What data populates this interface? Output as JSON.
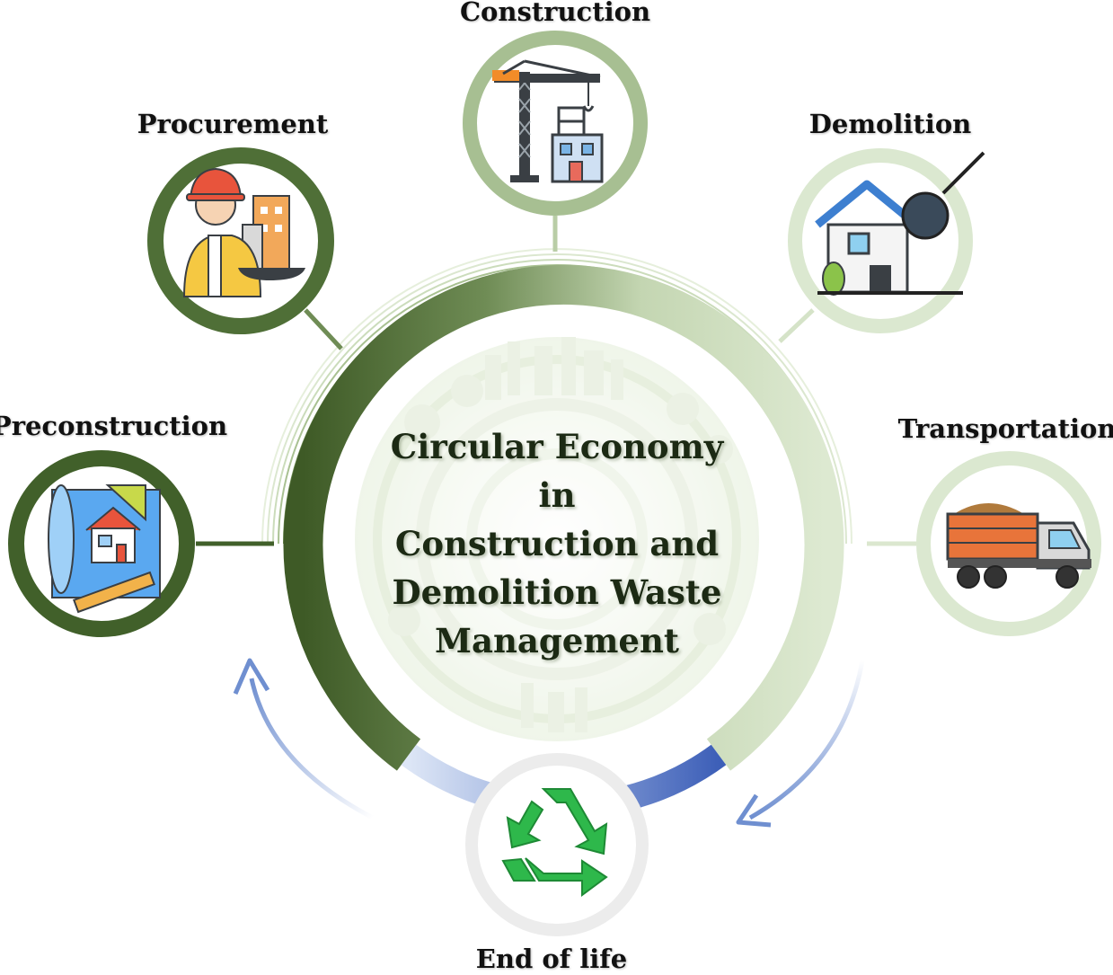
{
  "title": {
    "line1": "Circular Economy",
    "line2": "in",
    "line3": "Construction and",
    "line4": "Demolition Waste",
    "line5": "Management"
  },
  "stages": {
    "construction": "Construction",
    "procurement": "Procurement",
    "demolition": "Demolition",
    "preconstruction": "Preconstruction",
    "transportation": "Transportation",
    "end_of_life": "End of life"
  },
  "icons": {
    "construction": "tower-crane-building-icon",
    "procurement": "worker-with-buildings-icon",
    "demolition": "wrecking-ball-house-icon",
    "preconstruction": "blueprint-house-icon",
    "transportation": "dump-truck-icon",
    "end_of_life": "recycle-icon"
  },
  "colors": {
    "dark_green": "#3f5a27",
    "mid_green": "#7d9a62",
    "light_green": "#cfe0c0",
    "pale_green": "#e2ecd8",
    "arrow_blue": "#6f8fd0",
    "recycle_green": "#2eb84b"
  }
}
